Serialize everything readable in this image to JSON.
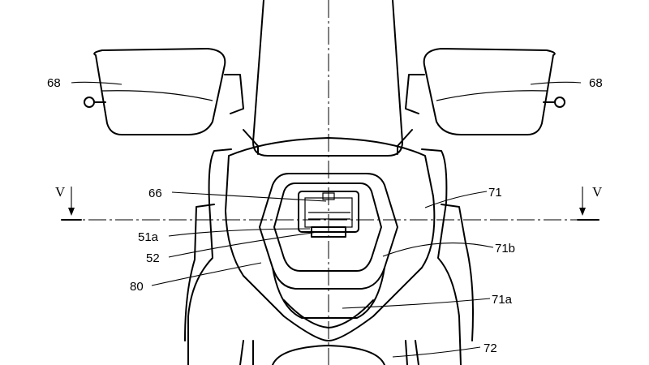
{
  "diagram": {
    "section_marks": {
      "left": "V",
      "right": "V"
    },
    "labels": {
      "mirror_left": "68",
      "mirror_right": "68",
      "lamp": "66",
      "lamp_edge": "51a",
      "lamp_unit": "52",
      "side_panel": "80",
      "front_cover": "71",
      "cover_rim": "71b",
      "cover_lower": "71a",
      "fender": "72"
    }
  }
}
